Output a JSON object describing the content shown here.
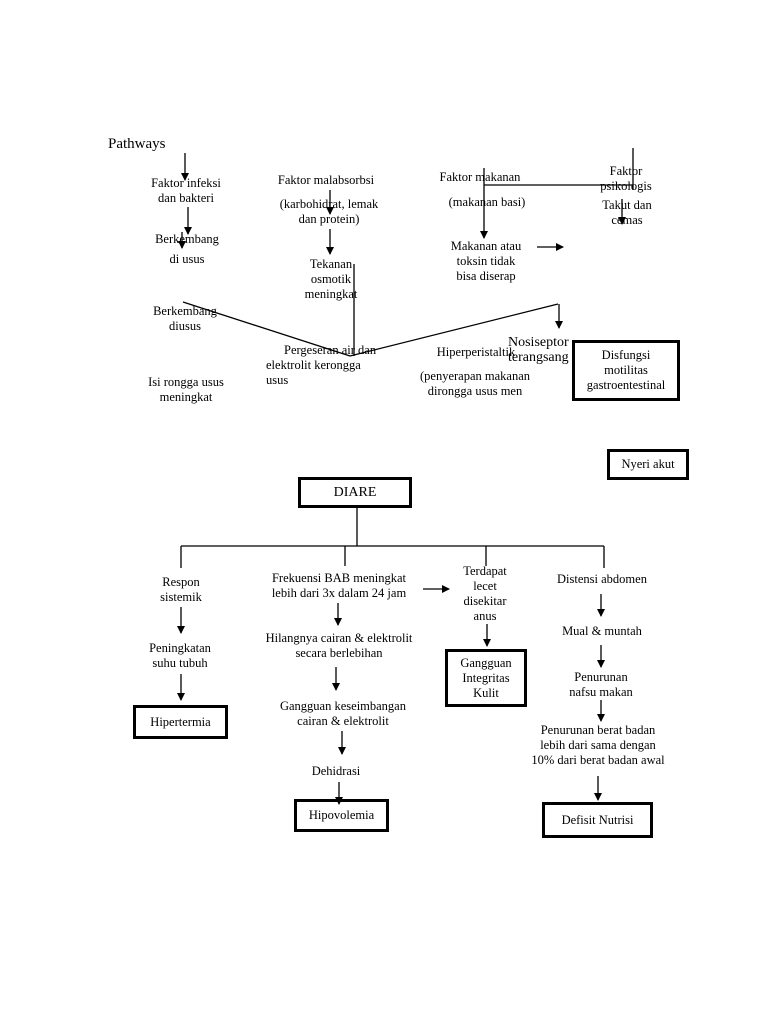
{
  "title": "Pathways",
  "top": {
    "faktor_infeksi": "Faktor infeksi\ndan bakteri",
    "berkembang1": "Berkembang",
    "di_usus": "di usus",
    "berkembang2": "Berkembang\ndiusus",
    "isi_rongga": "Isi rongga usus\nmeningkat",
    "faktor_malabsorbsi": "Faktor malabsorbsi",
    "malabsorbsi_detail": "(karbohidrat, lemak\ndan protein)",
    "tekanan_osmotik": "Tekanan\nosmotik\nmeningkat",
    "pergeseran": "Pergeseran air dan\nelektrolit kerongga\nusus",
    "faktor_makanan": "Faktor makanan",
    "makanan_basi": "(makanan basi)",
    "makanan_toksin": "Makanan atau\ntoksin tidak\nbisa diserap",
    "hiperperistaltik": "Hiperperistaltik",
    "penyerapan": "(penyerapan  makanan\ndirongga usus men",
    "faktor_psikologis": "Faktor\npsikologis",
    "takut_cemas": "Takut dan\ncemas",
    "nosiseptor": "Nosiseptor\nterangsang",
    "disfungsi": "Disfungsi\nmotilitas\ngastroentestinal",
    "nyeri_akut": "Nyeri akut"
  },
  "center": {
    "diare": "DIARE"
  },
  "bottom": {
    "respon_sistemik": "Respon\nsistemik",
    "peningkatan_suhu": "Peningkatan\nsuhu tubuh",
    "hipertermia": "Hipertermia",
    "frekuensi_bab": "Frekuensi BAB meningkat\nlebih dari 3x dalam 24 jam",
    "hilangnya_cairan": "Hilangnya cairan & elektrolit\nsecara berlebihan",
    "gangguan_keseimbangan": "Gangguan keseimbangan\ncairan & elektrolit",
    "dehidrasi": "Dehidrasi",
    "hipovolemia": "Hipovolemia",
    "lecet": "Terdapat\nlecet\ndisekitar\nanus",
    "gangguan_integritas": "Gangguan\nIntegritas\nKulit",
    "distensi": "Distensi abdomen",
    "mual_muntah": "Mual & muntah",
    "penurunan_nafsu": "Penurunan\nnafsu makan",
    "penurunan_bb": "Penurunan berat badan\nlebih dari sama dengan\n10% dari berat badan awal",
    "defisit_nutrisi": "Defisit Nutrisi"
  }
}
